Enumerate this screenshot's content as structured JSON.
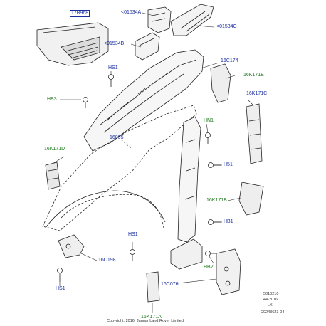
{
  "labels": {
    "p17b968": "17B968",
    "p01534a": "<01534A",
    "p01534c": "<01534C",
    "p01534b": "<01534B",
    "p16c174": "16C174",
    "p16k171e": "16K171E",
    "hs1_top": "HS1",
    "hb3": "HB3",
    "p16k171c": "16K171C",
    "hn1": "HN1",
    "p16005": "16005",
    "p16k171d": "16K171D",
    "hs1_mid": "H51",
    "p16k171b": "16K171B",
    "hb1": "HB1",
    "hs1_low": "HS1",
    "p16c198": "16C198",
    "hb2": "HB2",
    "p16c076": "16C076",
    "hs1_bottom": "HS1",
    "p16k171a": "16K171A"
  },
  "reference": {
    "line1": "5010210",
    "line2": "44-2016",
    "line3": "LX",
    "line4": "C0243623-04"
  },
  "copyright": "Copyright, 2016, Jaguar Land Rover Limited."
}
